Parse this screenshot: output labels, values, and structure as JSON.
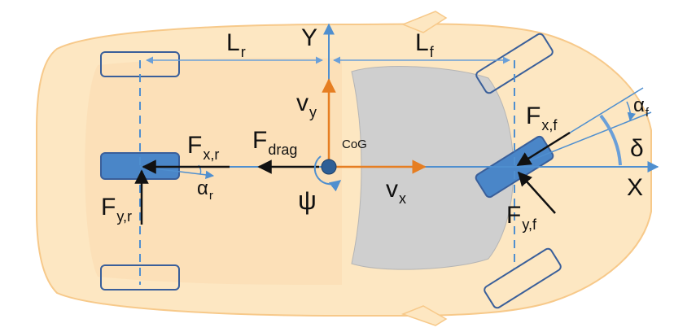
{
  "colors": {
    "car_body": "#fde7c2",
    "car_body_edge": "#f7c98a",
    "window": "#cfcfcf",
    "tire_fill": "#4a86c8",
    "tire_outline": "#3a5f9a",
    "axis_line": "#4f8fcf",
    "dimension_line": "#6a9fd8",
    "velocity_vector": "#e67e22",
    "force_vector": "#111111",
    "cog_fill": "#2f5f96"
  },
  "labels": {
    "Y": {
      "base": "Y",
      "sub": ""
    },
    "X": {
      "base": "X",
      "sub": ""
    },
    "Lr": {
      "base": "L",
      "sub": "r"
    },
    "Lf": {
      "base": "L",
      "sub": "f"
    },
    "vy": {
      "base": "v",
      "sub": "y"
    },
    "vx": {
      "base": "v",
      "sub": "x"
    },
    "Fdrag": {
      "base": "F",
      "sub": "drag"
    },
    "Fxr": {
      "base": "F",
      "sub": "x,r"
    },
    "Fyr": {
      "base": "F",
      "sub": "y,r"
    },
    "Fxf": {
      "base": "F",
      "sub": "x,f"
    },
    "Fyf": {
      "base": "F",
      "sub": "y,f"
    },
    "alpha_r": {
      "base": "α",
      "sub": "r"
    },
    "alpha_f": {
      "base": "α",
      "sub": "f"
    },
    "delta": {
      "base": "δ",
      "sub": ""
    },
    "psi": {
      "base": "ψ",
      "sub": ""
    },
    "cog": {
      "base": "CoG",
      "sub": ""
    }
  }
}
